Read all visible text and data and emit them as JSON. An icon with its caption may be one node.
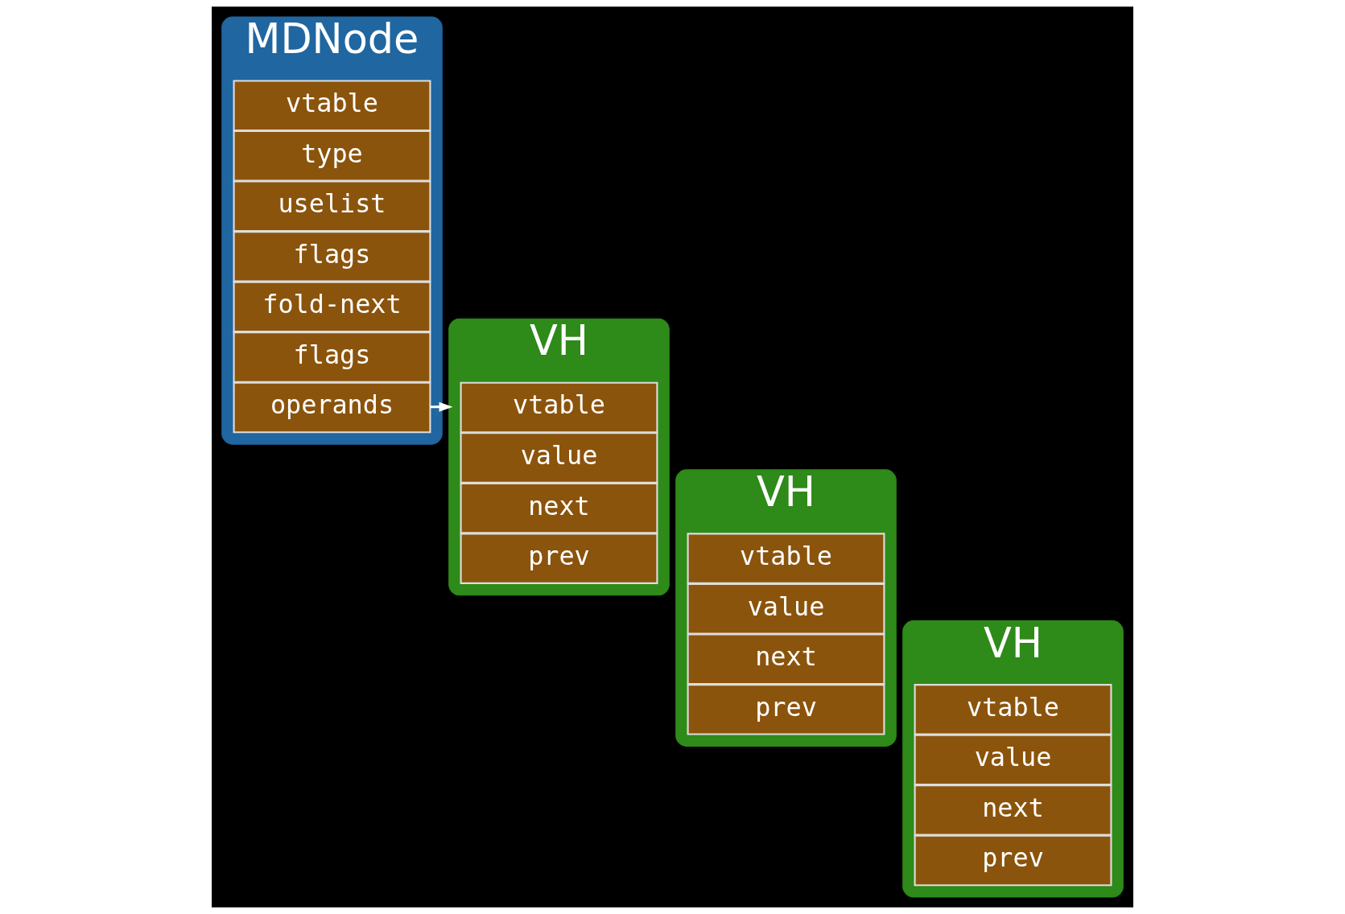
{
  "diagram": {
    "nodes": [
      {
        "text": [
          "MDNode"
        ]
      },
      {
        "text": [
          "vtable"
        ],
        "in": 0
      },
      {
        "text": [
          "type"
        ],
        "in": 0
      },
      {
        "text": [
          "uselist"
        ],
        "in": 0
      },
      {
        "text": [
          "flags"
        ],
        "in": 0
      },
      {
        "text": [
          "fold-next"
        ],
        "in": 0
      },
      {
        "text": [
          "flags"
        ],
        "in": 0
      },
      {
        "text": [
          "operands"
        ],
        "in": 0
      },
      {
        "text": [
          "VH"
        ]
      },
      {
        "text": [
          "vtable"
        ],
        "in": 8
      },
      {
        "text": [
          "value"
        ],
        "in": 8
      },
      {
        "text": [
          "next"
        ],
        "in": 8
      },
      {
        "text": [
          "prev"
        ],
        "in": 8
      },
      {
        "text": [
          "VH"
        ]
      },
      {
        "text": [
          "vtable"
        ],
        "in": 13
      },
      {
        "text": [
          "value"
        ],
        "in": 13
      },
      {
        "text": [
          "next"
        ],
        "in": 13
      },
      {
        "text": [
          "prev"
        ],
        "in": 13
      },
      {
        "text": [
          "VH"
        ]
      },
      {
        "text": [
          "vtable"
        ],
        "in": 18
      },
      {
        "text": [
          "value"
        ],
        "in": 18
      },
      {
        "text": [
          "next"
        ],
        "in": 18
      },
      {
        "text": [
          "prev"
        ],
        "in": 18
      }
    ],
    "edges": [
      {
        "from": 7,
        "to": 8,
        "arrow": "to"
      }
    ]
  }
}
